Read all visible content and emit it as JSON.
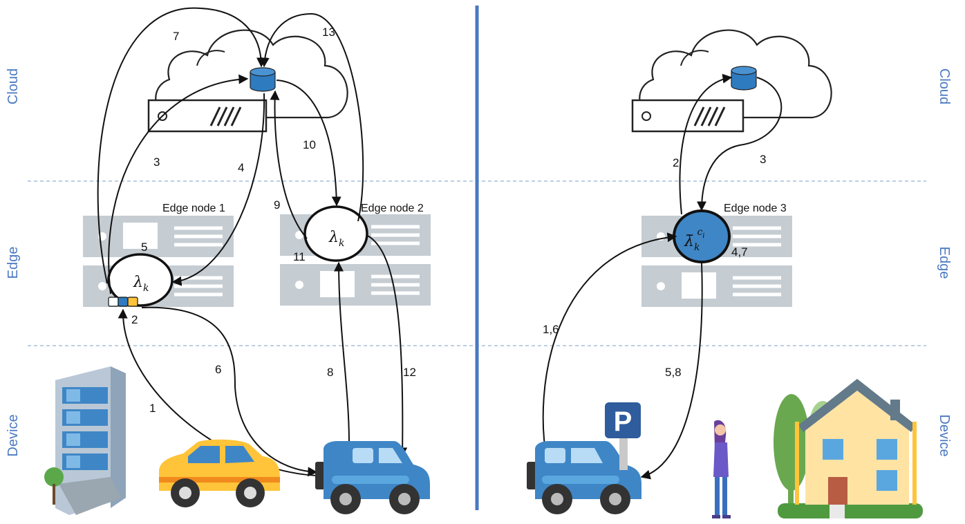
{
  "layers": {
    "cloud": "Cloud",
    "edge": "Edge",
    "device": "Device"
  },
  "nodes": {
    "edge1": "Edge node 1",
    "edge2": "Edge node 2",
    "edge3": "Edge node 3",
    "lambda_base": "λ",
    "lambda_sub": "k",
    "lambda3_base": "λ̄",
    "lambda3_sup": "c",
    "lambda3_supsub": "i"
  },
  "left_steps": {
    "s1": "1",
    "s2": "2",
    "s3": "3",
    "s4": "4",
    "s5": "5",
    "s6": "6",
    "s7": "7",
    "s8": "8",
    "s9": "9",
    "s10": "10",
    "s11": "11",
    "s12": "12",
    "s13": "13"
  },
  "right_steps": {
    "s16": "1,6",
    "s2": "2",
    "s3": "3",
    "s47": "4,7",
    "s58": "5,8"
  },
  "parking_sign": "P",
  "colors": {
    "layer_text": "#4a78c2",
    "divider": "#4a78c2",
    "server": "#c5ccd2",
    "db": "#2f7bbf",
    "car_blue": "#3f86c6",
    "taxi": "#ffc43a"
  }
}
